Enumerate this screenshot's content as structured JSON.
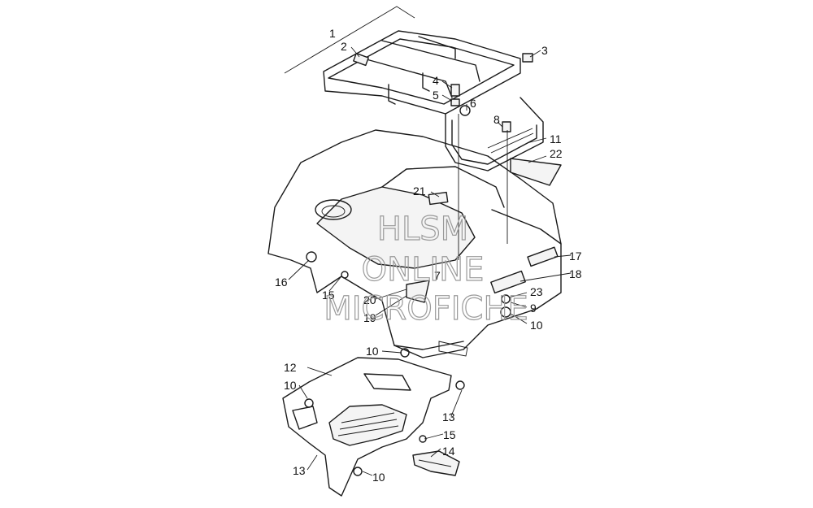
{
  "watermark": {
    "line1": "HLSM",
    "line2": "ONLINE",
    "line3": "MICROFICHE"
  },
  "callouts": [
    {
      "id": "c1",
      "label": "1"
    },
    {
      "id": "c2",
      "label": "2"
    },
    {
      "id": "c3",
      "label": "3"
    },
    {
      "id": "c4",
      "label": "4"
    },
    {
      "id": "c5",
      "label": "5"
    },
    {
      "id": "c6",
      "label": "6"
    },
    {
      "id": "c7",
      "label": "7"
    },
    {
      "id": "c8",
      "label": "8"
    },
    {
      "id": "c9",
      "label": "9"
    },
    {
      "id": "c10a",
      "label": "10"
    },
    {
      "id": "c10b",
      "label": "10"
    },
    {
      "id": "c10c",
      "label": "10"
    },
    {
      "id": "c10d",
      "label": "10"
    },
    {
      "id": "c11",
      "label": "11"
    },
    {
      "id": "c12",
      "label": "12"
    },
    {
      "id": "c13a",
      "label": "13"
    },
    {
      "id": "c13b",
      "label": "13"
    },
    {
      "id": "c14",
      "label": "14"
    },
    {
      "id": "c15a",
      "label": "15"
    },
    {
      "id": "c15b",
      "label": "15"
    },
    {
      "id": "c16",
      "label": "16"
    },
    {
      "id": "c17",
      "label": "17"
    },
    {
      "id": "c18",
      "label": "18"
    },
    {
      "id": "c19",
      "label": "19"
    },
    {
      "id": "c20",
      "label": "20"
    },
    {
      "id": "c21",
      "label": "21"
    },
    {
      "id": "c22",
      "label": "22"
    },
    {
      "id": "c23",
      "label": "23"
    }
  ]
}
